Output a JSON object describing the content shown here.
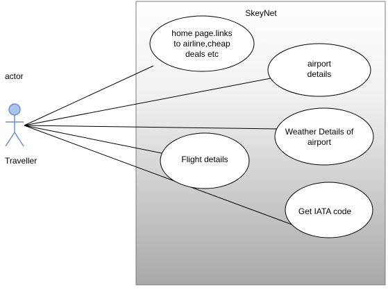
{
  "system": {
    "name": "SkeyNet"
  },
  "actor": {
    "stereotype": "actor",
    "name": "Traveller",
    "fill_color": "#a9c4ea",
    "stroke_color": "#6f8fc7"
  },
  "use_cases": [
    {
      "id": "home",
      "lines": [
        "home page.links",
        "to airline,cheap",
        "deals etc"
      ]
    },
    {
      "id": "airport",
      "lines": [
        "airport",
        "details"
      ]
    },
    {
      "id": "weather",
      "lines": [
        "Weather Details of",
        "airport"
      ]
    },
    {
      "id": "flight",
      "lines": [
        "Flight details"
      ]
    },
    {
      "id": "iata",
      "lines": [
        "Get IATA code"
      ]
    }
  ],
  "colors": {
    "boundary_top": "#ffffff",
    "boundary_bottom": "#a8a8a8",
    "boundary_stroke": "#7a7a7a",
    "line": "#000000"
  }
}
